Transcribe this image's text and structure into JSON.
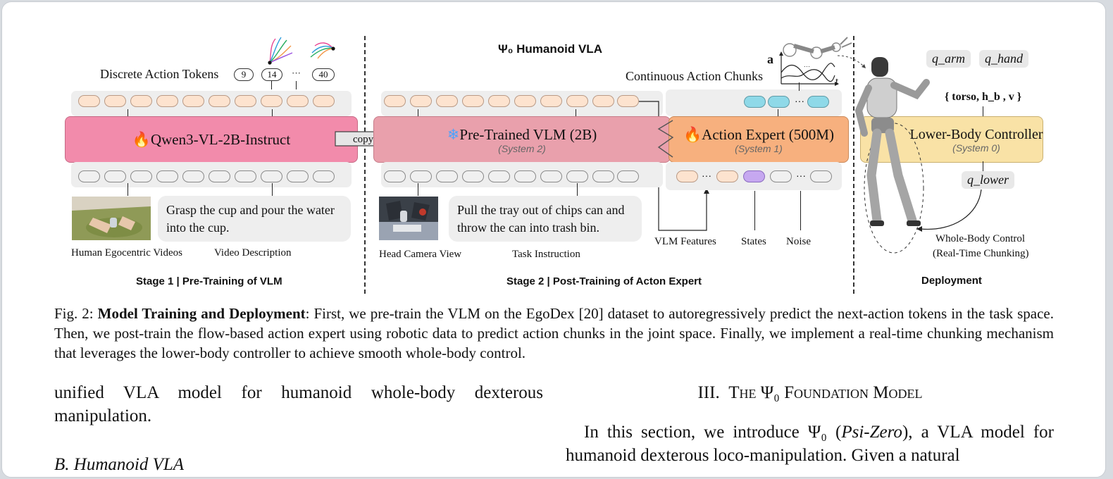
{
  "figure": {
    "top_title": "Ψ₀ Humanoid VLA",
    "stage1": {
      "discrete_label": "Discrete Action Tokens",
      "token_ids": [
        "9",
        "14",
        "···",
        "40"
      ],
      "model_name": "Qwen3-VL-2B-Instruct",
      "image_label": "Human Egocentric Videos",
      "text_label": "Video Description",
      "text": "Grasp the cup and pour the water into the cup.",
      "footer": "Stage 1 | Pre-Training of VLM"
    },
    "copy_label": "copy",
    "stage2": {
      "vlm_name": "Pre-Trained VLM (2B)",
      "vlm_system": "(System 2)",
      "expert_name": "Action Expert (500M)",
      "expert_system": "(System 1)",
      "continuous_label": "Continuous Action Chunks",
      "image_label": "Head Camera View",
      "text_label": "Task Instruction",
      "text": "Pull the tray out of chips can and throw the can into trash bin.",
      "features_label": "VLM Features",
      "states_label": "States",
      "noise_label": "Noise",
      "footer": "Stage 2 | Post-Training of Acton Expert",
      "plot_axis_a": "a",
      "plot_axis_t": "t"
    },
    "deploy": {
      "q_arm": "q_arm",
      "q_hand": "q_hand",
      "input_set": "{ torso, h_b , v }",
      "controller_name": "Lower-Body Controller",
      "controller_system": "(System 0)",
      "q_lower": "q_lower",
      "wbc_line1": "Whole-Body Control",
      "wbc_line2": "(Real-Time Chunking)",
      "footer": "Deployment"
    }
  },
  "caption": {
    "prefix": "Fig. 2: ",
    "bold": "Model Training and Deployment",
    "text": ": First, we pre-train the VLM on the EgoDex [20] dataset to autoregressively predict the next-action tokens in the task space. Then, we post-train the flow-based action expert using robotic data to predict action chunks in the joint space. Finally, we implement a real-time chunking mechanism that leverages the lower-body controller to achieve smooth whole-body control."
  },
  "left_column": {
    "paragraph": "unified VLA model for humanoid whole-body dexterous manipulation.",
    "heading": "B. Humanoid VLA"
  },
  "right_column": {
    "section_num": "III.",
    "section_title": "The Ψ₀ Foundation Model",
    "p_start": "In this section, we introduce Ψ₀ (",
    "p_em": "Psi-Zero",
    "p_end": "), a VLA model for humanoid dexterous loco-manipulation. Given a natural"
  },
  "colors": {
    "stage1_box": "#f28bab",
    "vlm_box": "#e9a0ac",
    "expert_box": "#f7b07e",
    "controller_box": "#f9e2a6"
  }
}
